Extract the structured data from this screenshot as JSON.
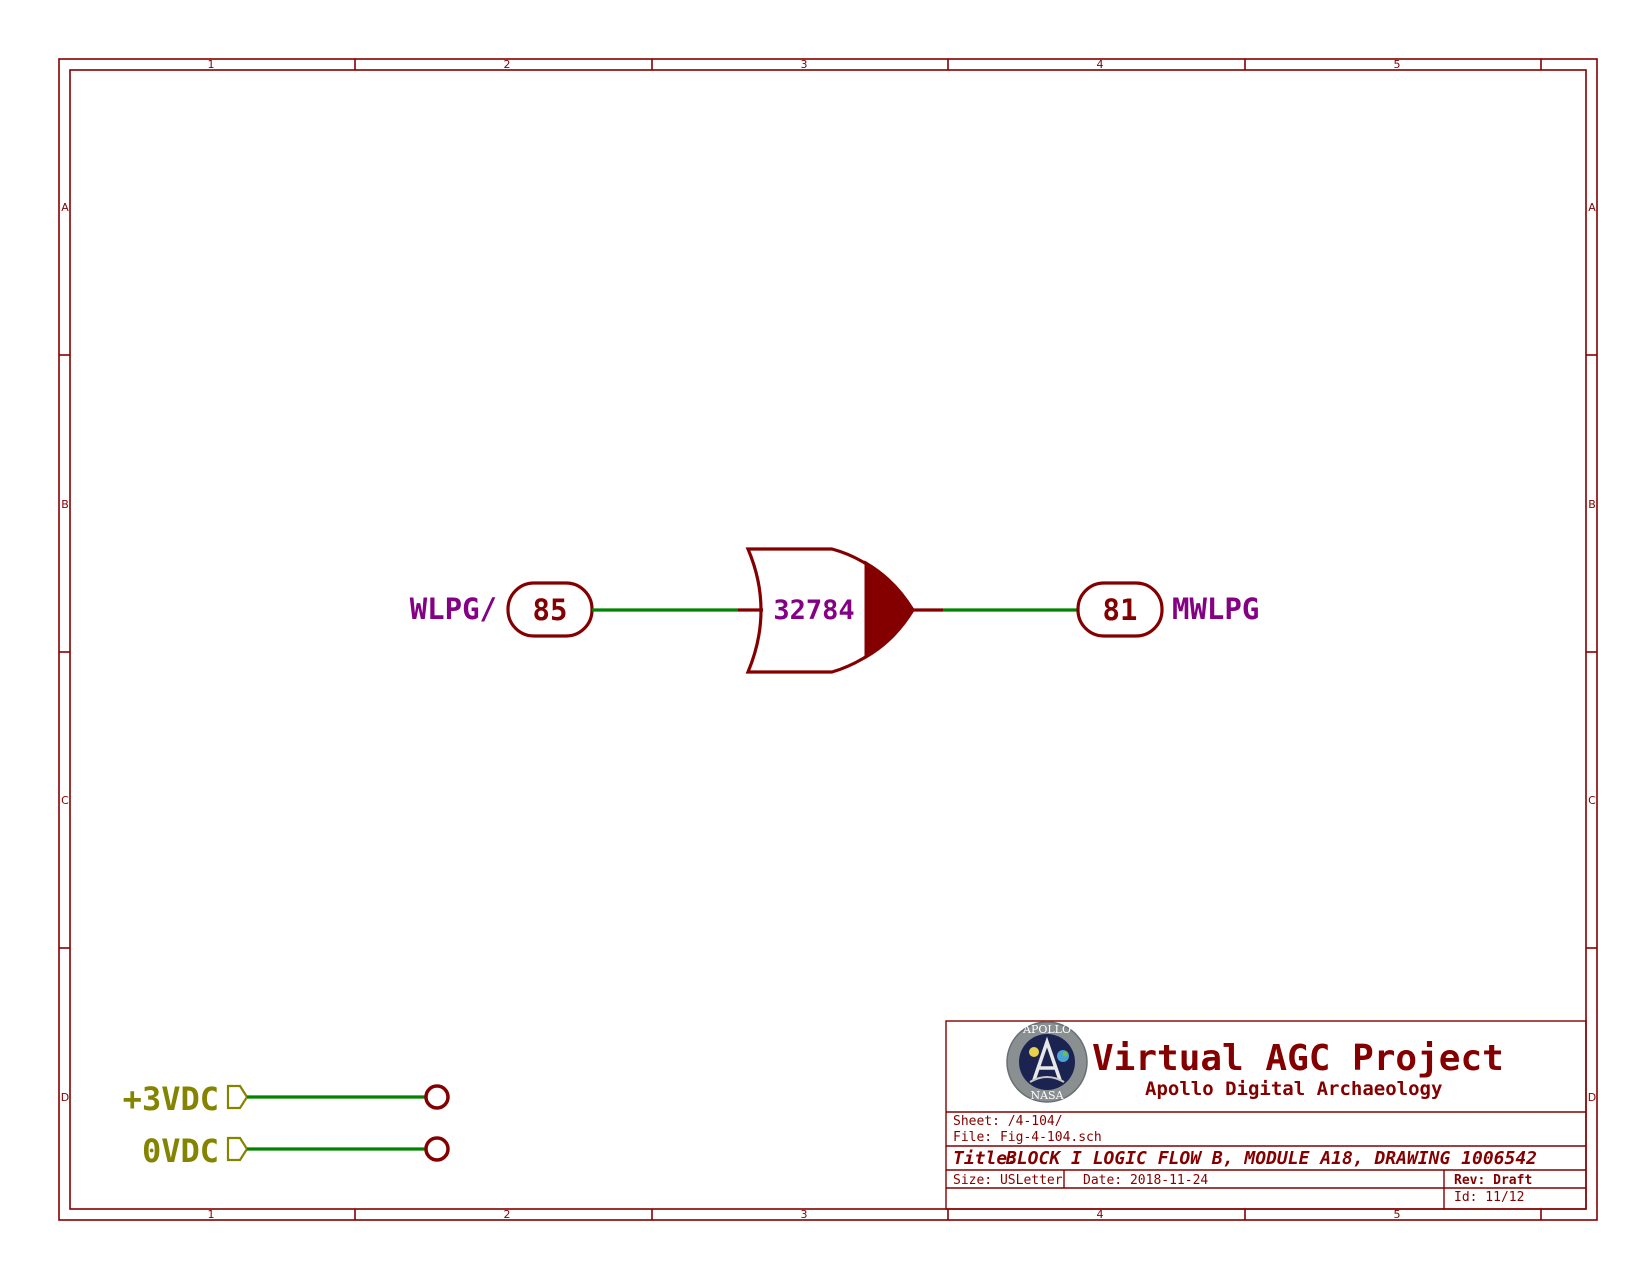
{
  "grid": {
    "columns": [
      "1",
      "2",
      "3",
      "4",
      "5"
    ],
    "rows": [
      "A",
      "B",
      "C",
      "D"
    ]
  },
  "schematic": {
    "input_connector": {
      "number": "85",
      "net": "WLPG/"
    },
    "gate": {
      "id": "32784",
      "type": "NOR"
    },
    "output_connector": {
      "number": "81",
      "net": "MWLPG"
    },
    "power": [
      {
        "label": "+3VDC"
      },
      {
        "label": "0VDC"
      }
    ]
  },
  "title_block": {
    "logo": {
      "name": "apollo-nasa-logo",
      "ring_text_top": "APOLLO",
      "ring_text_bottom": "NASA"
    },
    "project": "Virtual AGC Project",
    "subtitle": "Apollo Digital Archaeology",
    "sheet": "Sheet: /4-104/",
    "file": "File: Fig-4-104.sch",
    "title_prefix": "Title:",
    "title": "BLOCK I LOGIC FLOW B, MODULE A18, DRAWING 1006542",
    "size": "Size: USLetter",
    "date": "Date: 2018-11-24",
    "rev": "Rev: Draft",
    "id": "Id: 11/12"
  },
  "colors": {
    "border": "#840000",
    "wire": "#008400",
    "net_label": "#840084",
    "power": "#848400"
  }
}
